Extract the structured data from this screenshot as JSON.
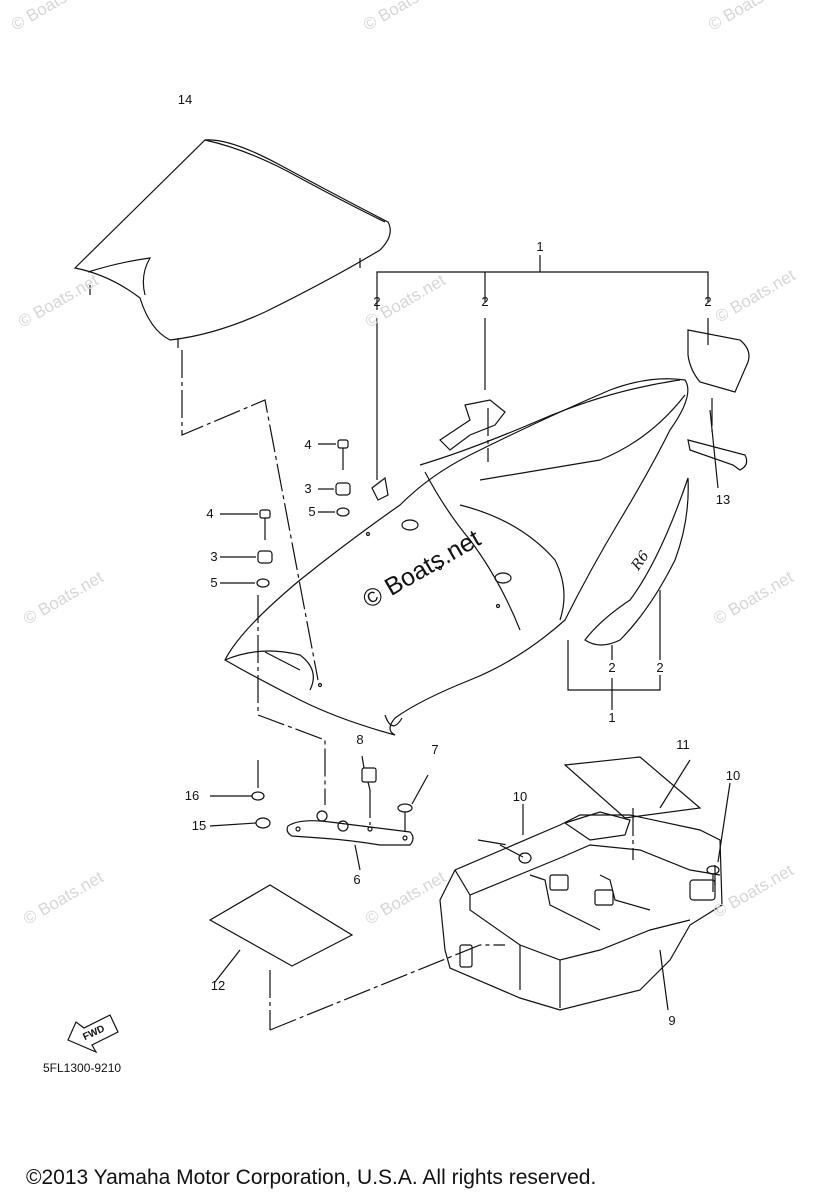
{
  "diagram": {
    "catalog_number": "5FL1300-9210",
    "copyright": "©2013 Yamaha Motor Corporation, U.S.A. All rights reserved.",
    "watermark_text": "© Boats.net",
    "center_watermark": "© Boats.net",
    "fwd_label": "FWD",
    "labels": {
      "p14": "14",
      "p1_top": "1",
      "p2_a": "2",
      "p2_b": "2",
      "p2_c": "2",
      "p13": "13",
      "p4_a": "4",
      "p3_a": "3",
      "p5_a": "5",
      "p4_b": "4",
      "p3_b": "3",
      "p5_b": "5",
      "p2_d": "2",
      "p2_e": "2",
      "p1_bottom": "1",
      "p8": "8",
      "p7": "7",
      "p11": "11",
      "p10_a": "10",
      "p10_b": "10",
      "p16": "16",
      "p15": "15",
      "p6": "6",
      "p12": "12",
      "p9": "9"
    }
  }
}
